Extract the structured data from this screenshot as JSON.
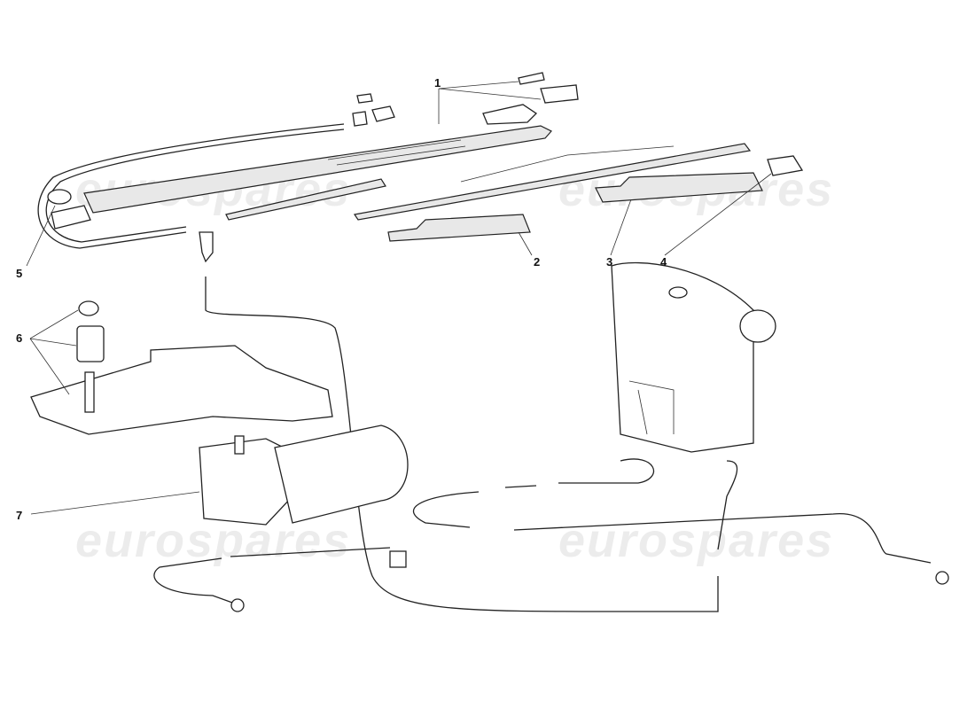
{
  "diagram": {
    "callouts": [
      {
        "id": "1",
        "label": "1"
      },
      {
        "id": "2",
        "label": "2"
      },
      {
        "id": "3",
        "label": "3"
      },
      {
        "id": "4",
        "label": "4"
      },
      {
        "id": "5",
        "label": "5"
      },
      {
        "id": "6",
        "label": "6"
      },
      {
        "id": "7",
        "label": "7"
      }
    ],
    "watermark": "eurospares"
  }
}
